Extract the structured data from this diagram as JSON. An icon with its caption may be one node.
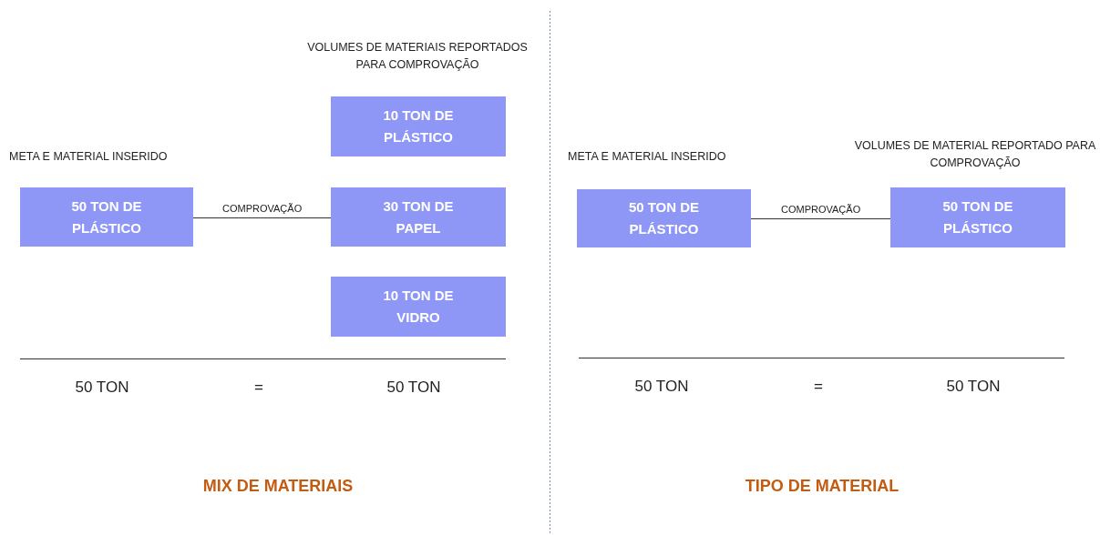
{
  "diagram": {
    "nodes": [
      {
        "text": [
          "META E MATERIAL INSERIDO",
          "50 TON DE PLÁSTICO"
        ]
      },
      {
        "text": [
          "10 TON DE PLÁSTICO"
        ]
      },
      {
        "text": [
          "30 TON DE PAPEL"
        ]
      },
      {
        "text": [
          "10 TON DE VIDRO"
        ]
      },
      {
        "text": [
          "META E MATERIAL INSERIDO",
          "50 TON DE PLÁSTICO"
        ]
      },
      {
        "text": [
          "VOLUMES DE MATERIAL REPORTADO PARA COMPROVAÇÃO",
          "50 TON DE PLÁSTICO"
        ]
      }
    ],
    "edges": [
      {
        "from": 0,
        "to": 2,
        "arrow": "none",
        "label": "COMPROVAÇÃO"
      },
      {
        "from": 4,
        "to": 5,
        "arrow": "none",
        "label": "COMPROVAÇÃO"
      }
    ],
    "labels": [
      "VOLUMES DE MATERIAIS REPORTADOS PARA COMPROVAÇÃO",
      "50 TON",
      "=",
      "50 TON",
      "MIX DE MATERIAIS",
      "50 TON",
      "=",
      "50 TON",
      "TIPO DE MATERIAL"
    ]
  }
}
